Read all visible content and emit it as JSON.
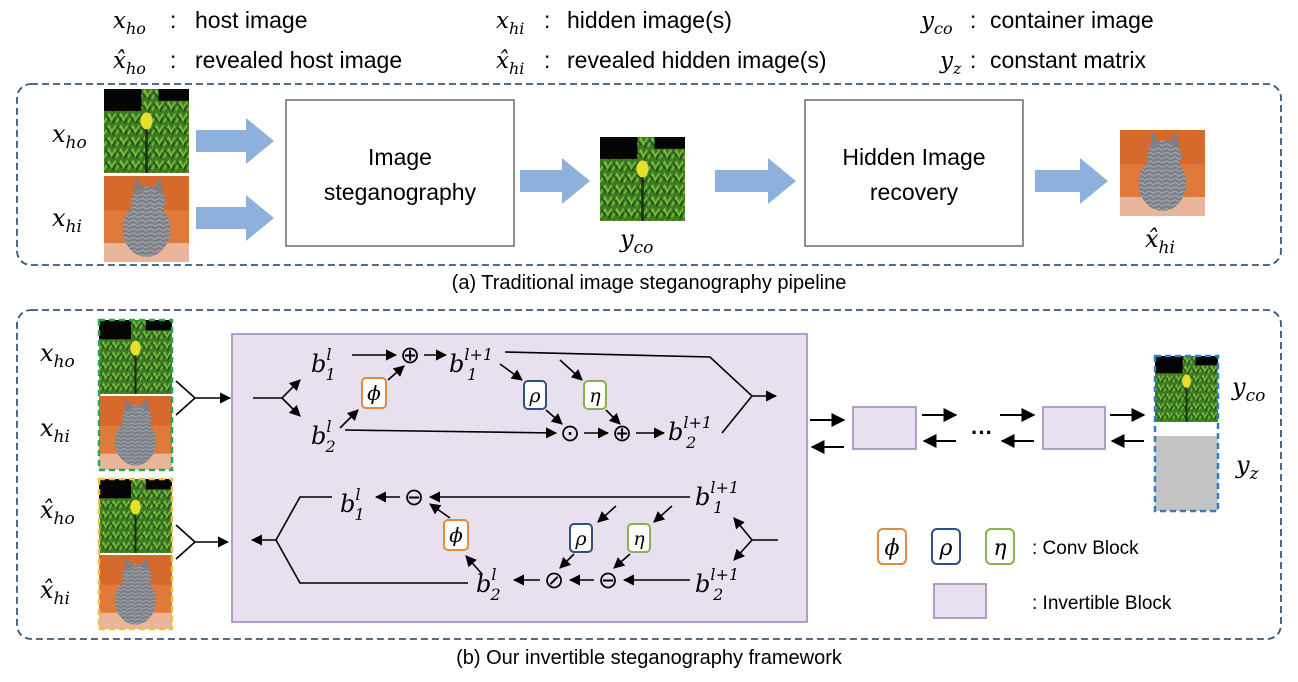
{
  "legend": {
    "x_ho_sym": "x",
    "x_ho_sub": "ho",
    "x_ho_desc": "host image",
    "x_hi_sym": "x",
    "x_hi_sub": "hi",
    "x_hi_desc": "hidden image(s)",
    "y_co_sym": "y",
    "y_co_sub": "co",
    "y_co_desc": "container image",
    "xr_ho_sym": "x̂",
    "xr_ho_sub": "ho",
    "xr_ho_desc": "revealed host image",
    "xr_hi_sym": "x̂",
    "xr_hi_sub": "hi",
    "xr_hi_desc": "revealed hidden image(s)",
    "y_z_sym": "y",
    "y_z_sub": "z",
    "y_z_desc": "constant matrix",
    "colon": ":"
  },
  "panel_a": {
    "caption": "(a) Traditional image steganography pipeline",
    "box1_line1": "Image",
    "box1_line2": "steganography",
    "box2_line1": "Hidden Image",
    "box2_line2": "recovery",
    "in_top_sym": "x",
    "in_top_sub": "ho",
    "in_bot_sym": "x",
    "in_bot_sub": "hi",
    "mid_sym": "y",
    "mid_sub": "co",
    "out_sym": "x̂",
    "out_sub": "hi"
  },
  "panel_b": {
    "caption": "(b) Our invertible steganography framework",
    "left_top_sym": "x",
    "left_top_sub": "ho",
    "left_top2_sym": "x",
    "left_top2_sub": "hi",
    "left_bot_sym": "x̂",
    "left_bot_sub": "ho",
    "left_bot2_sym": "x̂",
    "left_bot2_sub": "hi",
    "right_top_sym": "y",
    "right_top_sub": "co",
    "right_bot_sym": "y",
    "right_bot_sub": "z",
    "b_sym": "b",
    "sup_l": "l",
    "sup_l1": "l+1",
    "sub_1": "1",
    "sub_2": "2",
    "phi": "ϕ",
    "rho": "ρ",
    "eta": "η",
    "oplus": "⊕",
    "ominus": "⊖",
    "odot": "⊙",
    "oslash": "⊘",
    "ellipsis": "···",
    "conv_label": ": Conv Block",
    "inv_label": ": Invertible Block"
  },
  "colors": {
    "dashed_border": "#3a5878",
    "blue_arrow": "#8db0dd",
    "inv_block_fill": "#e8e0ef",
    "inv_block_stroke": "#a896c2",
    "phi": "#e58a3a",
    "rho": "#2f4e86",
    "eta": "#8bb04e",
    "green_dash": "#27a84a",
    "yellow_dash": "#f2c13a",
    "blue_dash": "#2f7cc8",
    "gray_matrix": "#c4c4c4"
  }
}
